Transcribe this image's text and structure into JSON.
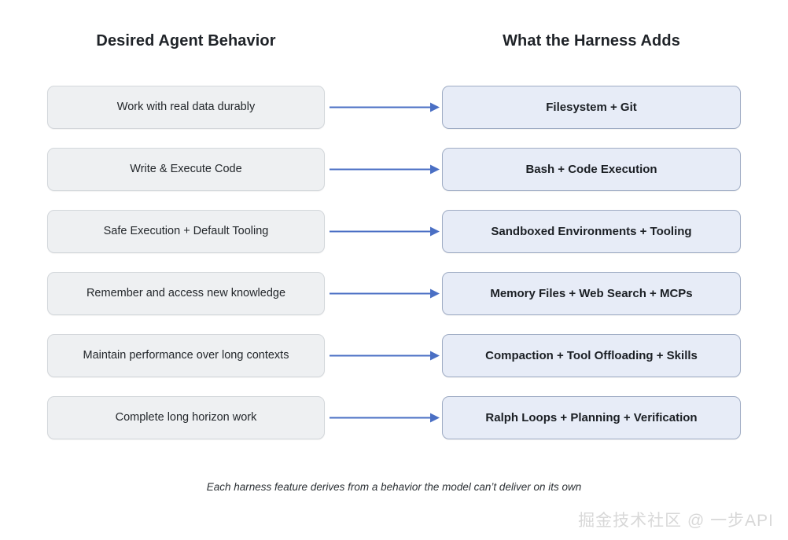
{
  "diagram": {
    "title_left": "Desired Agent Behavior",
    "title_right": "What the Harness Adds",
    "caption": "Each harness feature derives from a behavior the model can’t deliver on its own",
    "watermark": "掘金技术社区 @ 一步API",
    "colors": {
      "background": "#ffffff",
      "behavior_fill": "#eef0f2",
      "behavior_border": "#d3d7db",
      "harness_fill": "#e7ecf7",
      "harness_border": "#9facc4",
      "arrow": "#4a6fc4",
      "heading_text": "#1f2328",
      "watermark_text": "#d8d8d8"
    },
    "rows": [
      {
        "behavior": "Work with real data durably",
        "harness": "Filesystem + Git",
        "connector": "arrow-right-icon"
      },
      {
        "behavior": "Write & Execute Code",
        "harness": "Bash + Code Execution",
        "connector": "arrow-right-icon"
      },
      {
        "behavior": "Safe Execution + Default Tooling",
        "harness": "Sandboxed Environments + Tooling",
        "connector": "arrow-right-icon"
      },
      {
        "behavior": "Remember and access new knowledge",
        "harness": "Memory Files + Web Search + MCPs",
        "connector": "arrow-right-icon"
      },
      {
        "behavior": "Maintain performance over long contexts",
        "harness": "Compaction + Tool Offloading + Skills",
        "connector": "arrow-right-icon"
      },
      {
        "behavior": "Complete long horizon work",
        "harness": "Ralph Loops + Planning + Verification",
        "connector": "arrow-right-icon"
      }
    ]
  }
}
